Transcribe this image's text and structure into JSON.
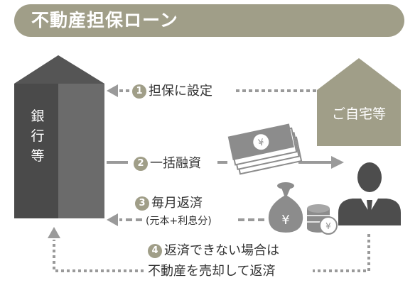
{
  "title": "不動産担保ローン",
  "bank": {
    "label": "銀行等",
    "chars": [
      "銀",
      "行",
      "等"
    ]
  },
  "home": {
    "label": "ご自宅等"
  },
  "steps": {
    "s1": {
      "num": "1",
      "label": "担保に設定"
    },
    "s2": {
      "num": "2",
      "label": "一括融資"
    },
    "s3": {
      "num": "3",
      "label": "毎月返済",
      "sub": "(元本+利息分)"
    },
    "s4": {
      "num": "4",
      "line1": "返済できない場合は",
      "line2": "不動産を売却して返済"
    }
  },
  "icons": {
    "money": "yen-banknotes-icon",
    "coins": "yen-moneybag-coins-icon",
    "person": "businessman-icon",
    "bank": "bank-building-icon",
    "house": "house-icon"
  },
  "colors": {
    "accent": "#a09e88",
    "bank_dark": "#4a4a4a",
    "bank_light": "#6b6b6b",
    "arrow": "#9a9a9a",
    "icon_gray": "#8c8c8c",
    "person": "#4d4d4d"
  }
}
